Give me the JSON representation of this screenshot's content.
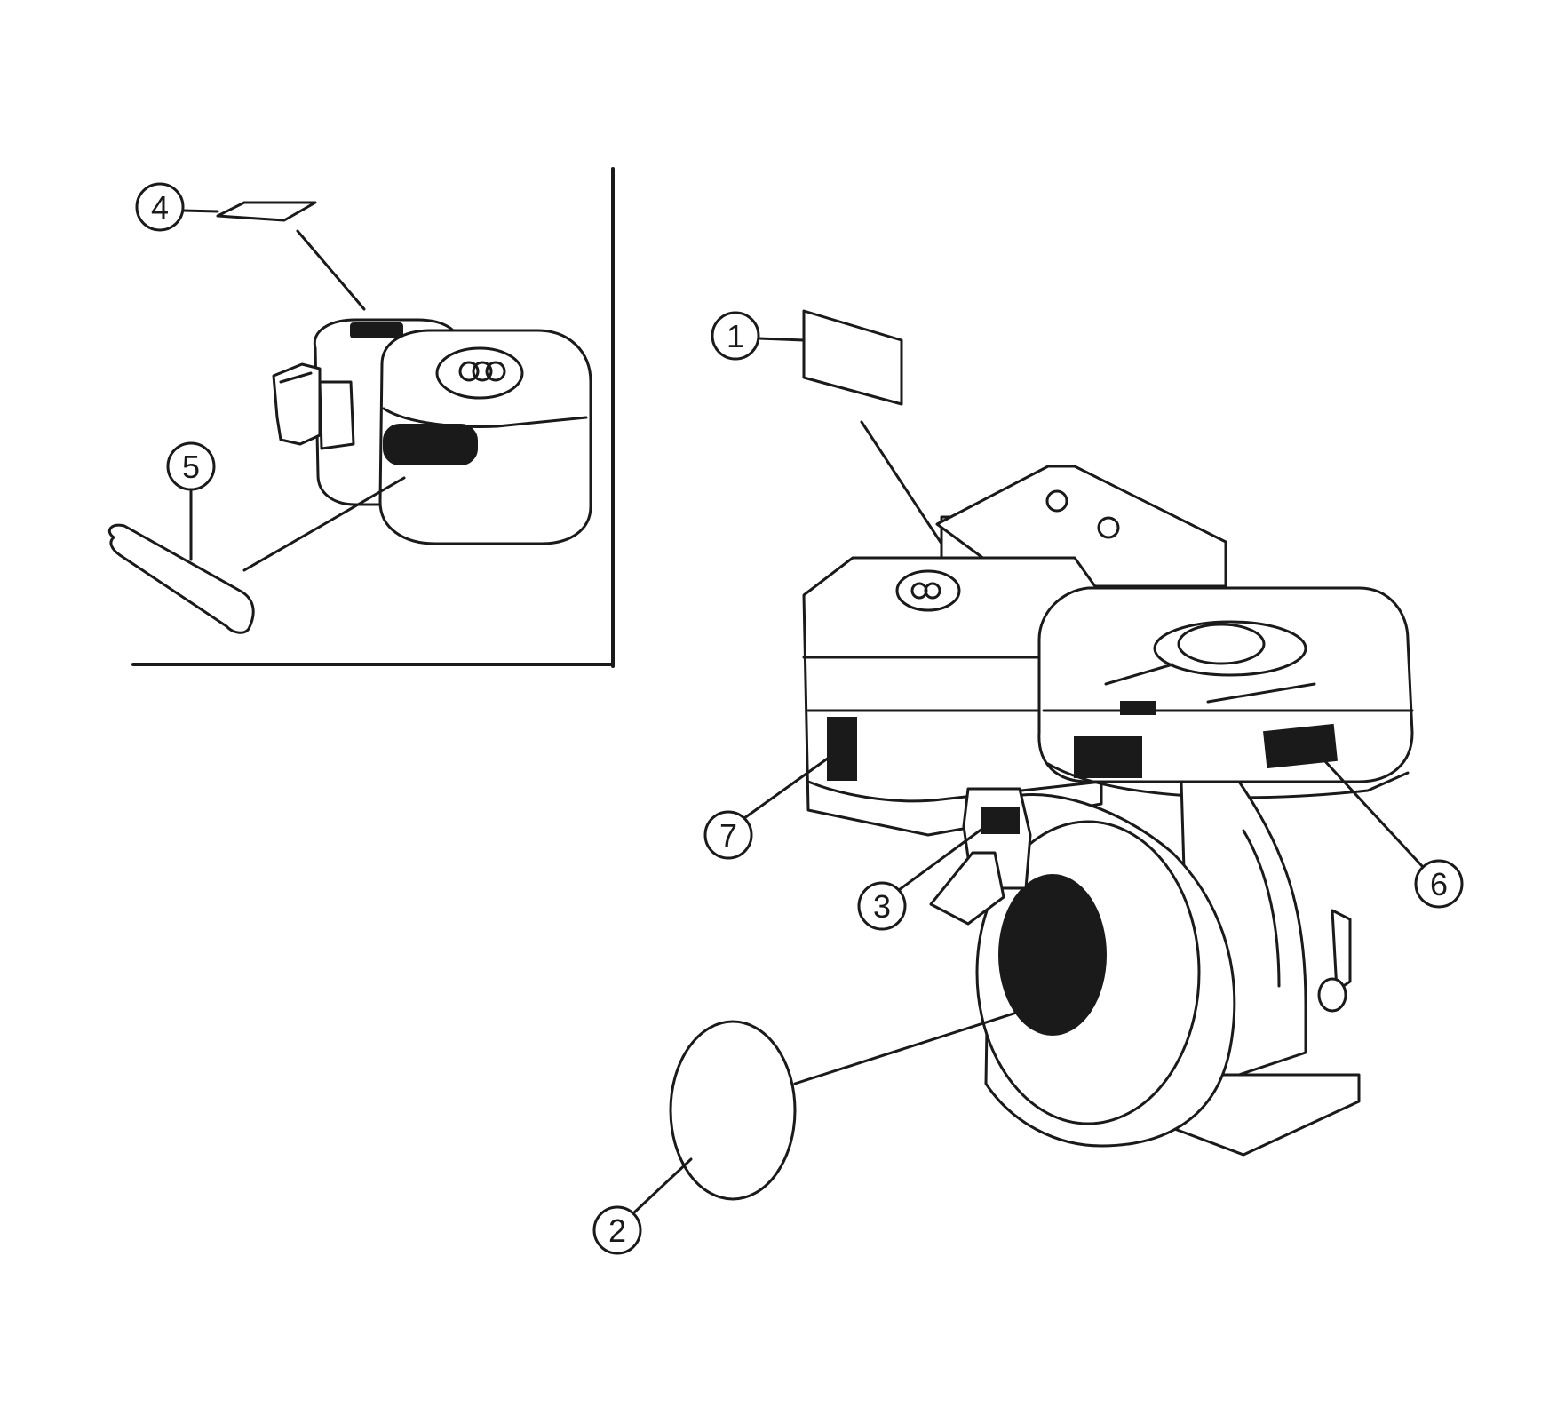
{
  "diagram": {
    "inset_frame": true,
    "callouts": [
      {
        "id": "c1",
        "label": "1"
      },
      {
        "id": "c2",
        "label": "2"
      },
      {
        "id": "c3",
        "label": "3"
      },
      {
        "id": "c4",
        "label": "4"
      },
      {
        "id": "c5",
        "label": "5"
      },
      {
        "id": "c6",
        "label": "6"
      },
      {
        "id": "c7",
        "label": "7"
      }
    ],
    "colors": {
      "ink": "#1a1a1a",
      "paper": "#ffffff"
    }
  }
}
